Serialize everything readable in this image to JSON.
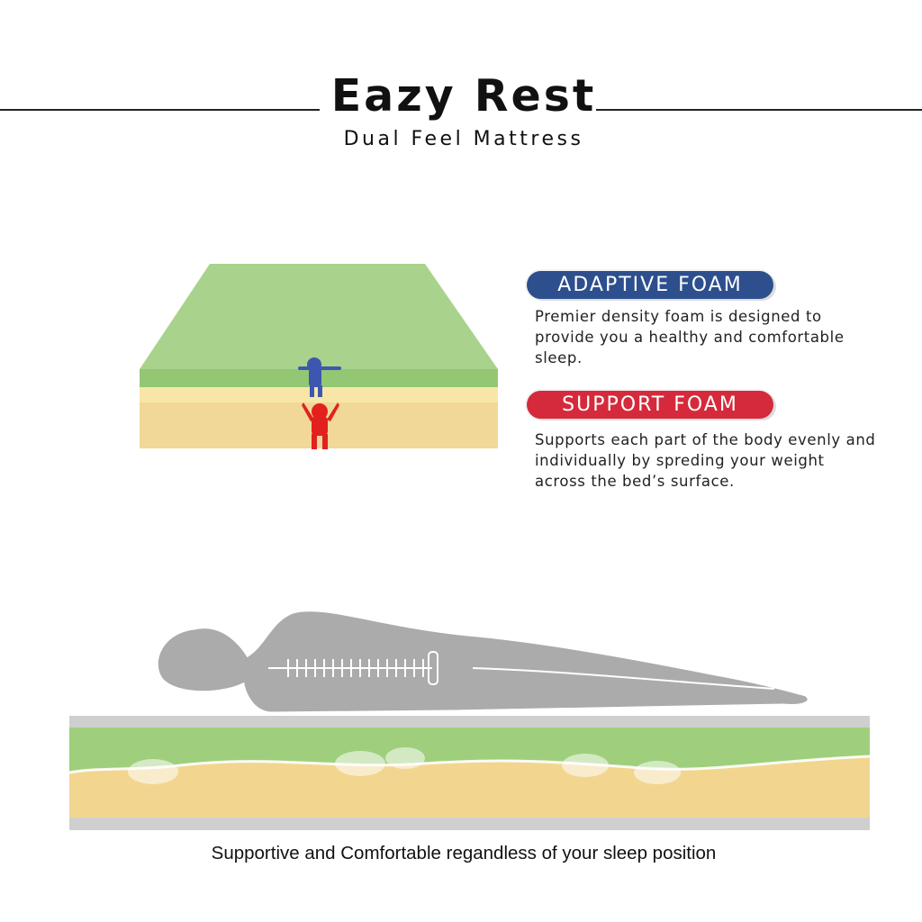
{
  "header": {
    "title": "Eazy Rest",
    "subtitle": "Dual Feel Mattress"
  },
  "features": [
    {
      "label": "ADAPTIVE FOAM",
      "color": "#2d4f8e",
      "description": "Premier density foam is designed to provide you a healthy and comfortable sleep."
    },
    {
      "label": "SUPPORT FOAM",
      "color": "#d52a3b",
      "description": "Supports each part of the body evenly and individually by spreding your weight across the bed’s surface."
    }
  ],
  "colors": {
    "green": "#a6d287",
    "yellow": "#f3d999",
    "grey": "#c8c8c8",
    "body": "#ababab"
  },
  "caption": "Supportive and Comfortable regandless of your sleep position"
}
